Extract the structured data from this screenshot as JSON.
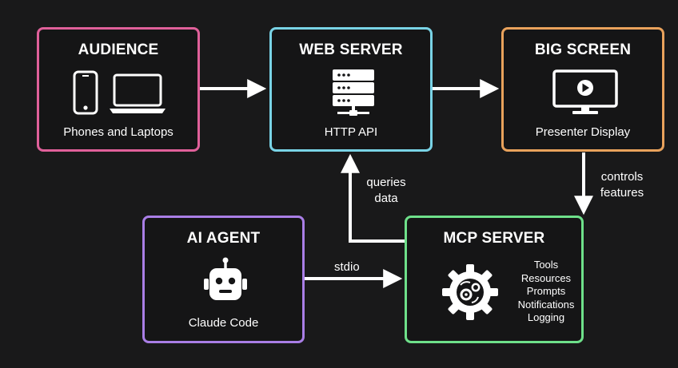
{
  "colors": {
    "background": "#19191a",
    "audience": "#e0609a",
    "web_server": "#79d3e6",
    "big_screen": "#e9a25c",
    "ai_agent": "#a97ee6",
    "mcp_server": "#6ee08a",
    "arrow": "#ffffff"
  },
  "audience": {
    "title": "AUDIENCE",
    "subtitle": "Phones and Laptops",
    "icons": [
      "phone-icon",
      "laptop-icon"
    ]
  },
  "web_server": {
    "title": "WEB SERVER",
    "subtitle": "HTTP API",
    "icon": "server-icon"
  },
  "big_screen": {
    "title": "BIG SCREEN",
    "subtitle": "Presenter Display",
    "icon": "monitor-play-icon"
  },
  "ai_agent": {
    "title": "AI AGENT",
    "subtitle": "Claude Code",
    "icon": "robot-icon"
  },
  "mcp_server": {
    "title": "MCP SERVER",
    "icon": "gears-icon",
    "features": [
      "Tools",
      "Resources",
      "Prompts",
      "Notifications",
      "Logging"
    ]
  },
  "edges": {
    "queries_data": [
      "queries",
      "data"
    ],
    "controls_features": [
      "controls",
      "features"
    ],
    "stdio": "stdio"
  }
}
